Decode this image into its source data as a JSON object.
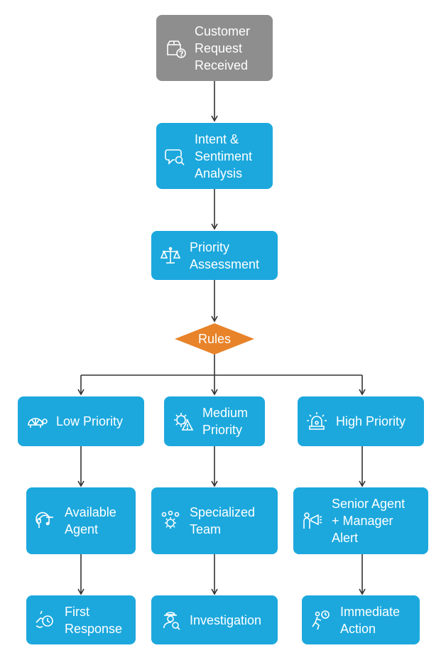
{
  "colors": {
    "box": "#1ca8dd",
    "start": "#8e8e8e",
    "decision": "#e8832a",
    "line": "#333333"
  },
  "nodes": {
    "customer_request": {
      "label": "Customer\nRequest\nReceived",
      "icon": "box-question-icon"
    },
    "intent_analysis": {
      "label": "Intent &\nSentiment\nAnalysis",
      "icon": "chat-search-icon"
    },
    "priority_assessment": {
      "label": "Priority\nAssessment",
      "icon": "scales-icon"
    },
    "rules": {
      "label": "Rules"
    },
    "low_priority": {
      "label": "Low Priority",
      "icon": "turtle-icon"
    },
    "medium_priority": {
      "label": "Medium\nPriority",
      "icon": "gear-warning-icon"
    },
    "high_priority": {
      "label": "High Priority",
      "icon": "siren-icon"
    },
    "available_agent": {
      "label": "Available\nAgent",
      "icon": "headset-agent-icon"
    },
    "specialized_team": {
      "label": "Specialized\nTeam",
      "icon": "team-gear-icon"
    },
    "senior_agent": {
      "label": "Senior Agent\n+ Manager\nAlert",
      "icon": "megaphone-person-icon"
    },
    "first_response": {
      "label": "First\nResponse",
      "icon": "hand-clock-icon"
    },
    "investigation": {
      "label": "Investigation",
      "icon": "detective-icon"
    },
    "immediate_action": {
      "label": "Immediate\nAction",
      "icon": "running-clock-icon"
    }
  }
}
